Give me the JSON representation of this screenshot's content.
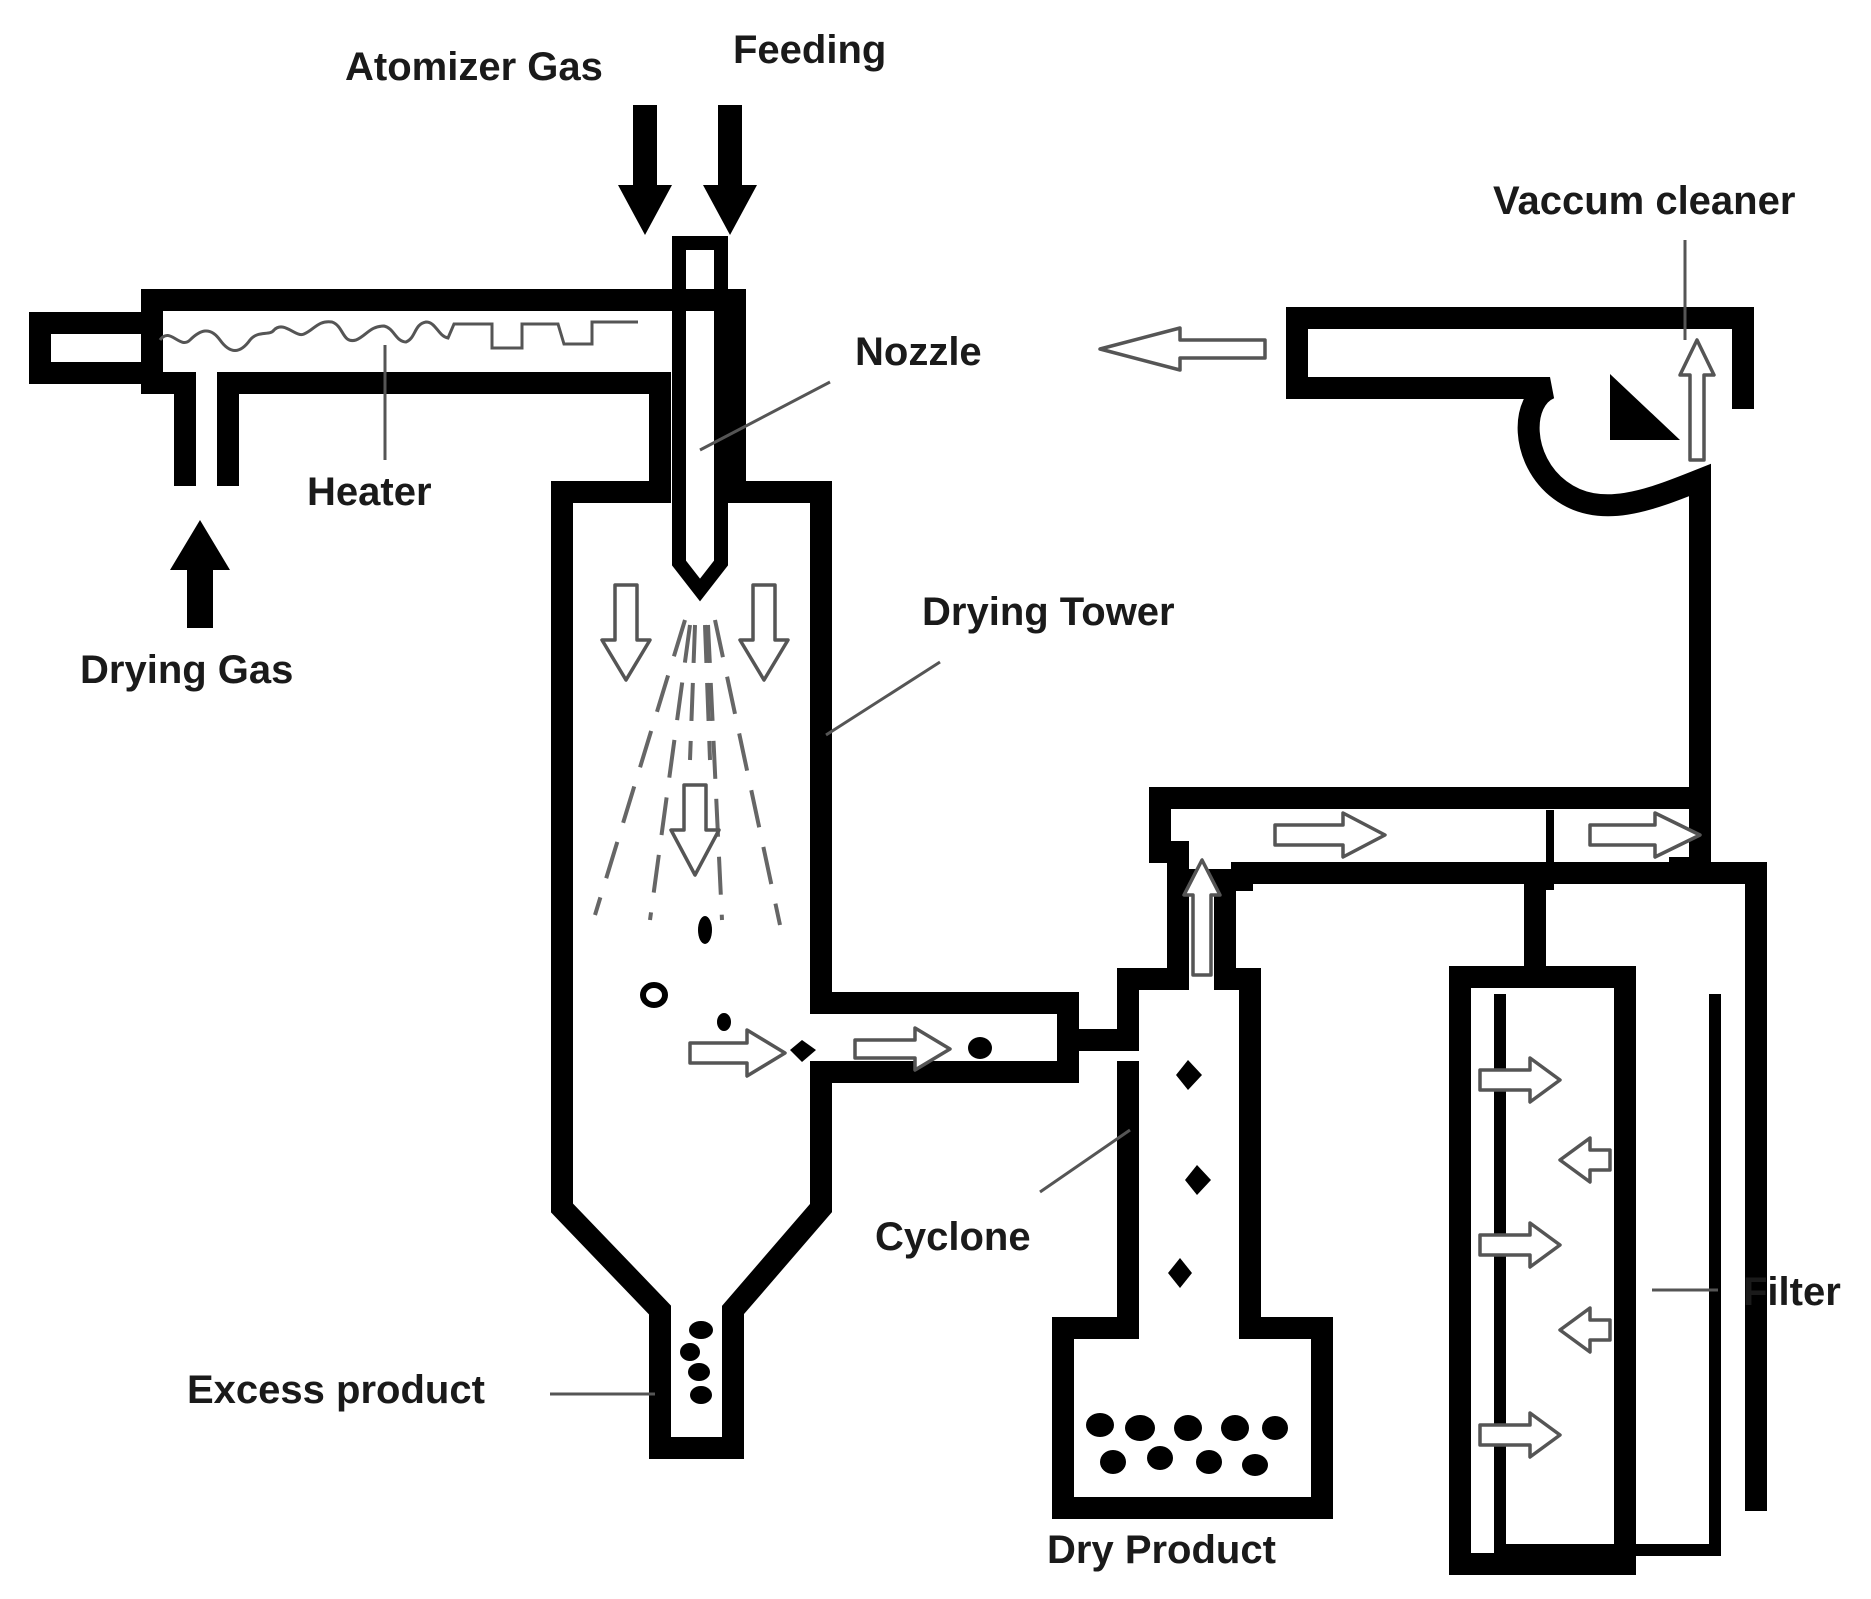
{
  "labels": {
    "atomizer_gas": "Atomizer Gas",
    "feeding": "Feeding",
    "vacuum_cleaner": "Vaccum cleaner",
    "nozzle": "Nozzle",
    "heater": "Heater",
    "drying_gas": "Drying Gas",
    "drying_tower": "Drying Tower",
    "cyclone": "Cyclone",
    "excess_product": "Excess product",
    "dry_product": "Dry Product",
    "filter": "Filter"
  },
  "colors": {
    "line": "#000000",
    "leader": "#555555",
    "hollow_arrow_fill": "#ffffff",
    "background": "#ffffff"
  },
  "icons": {
    "inflow_arrow": "solid-down-arrow-icon",
    "flow_arrow": "hollow-arrow-icon",
    "particle": "particle-dot-icon",
    "fan": "fan-blade-icon"
  }
}
